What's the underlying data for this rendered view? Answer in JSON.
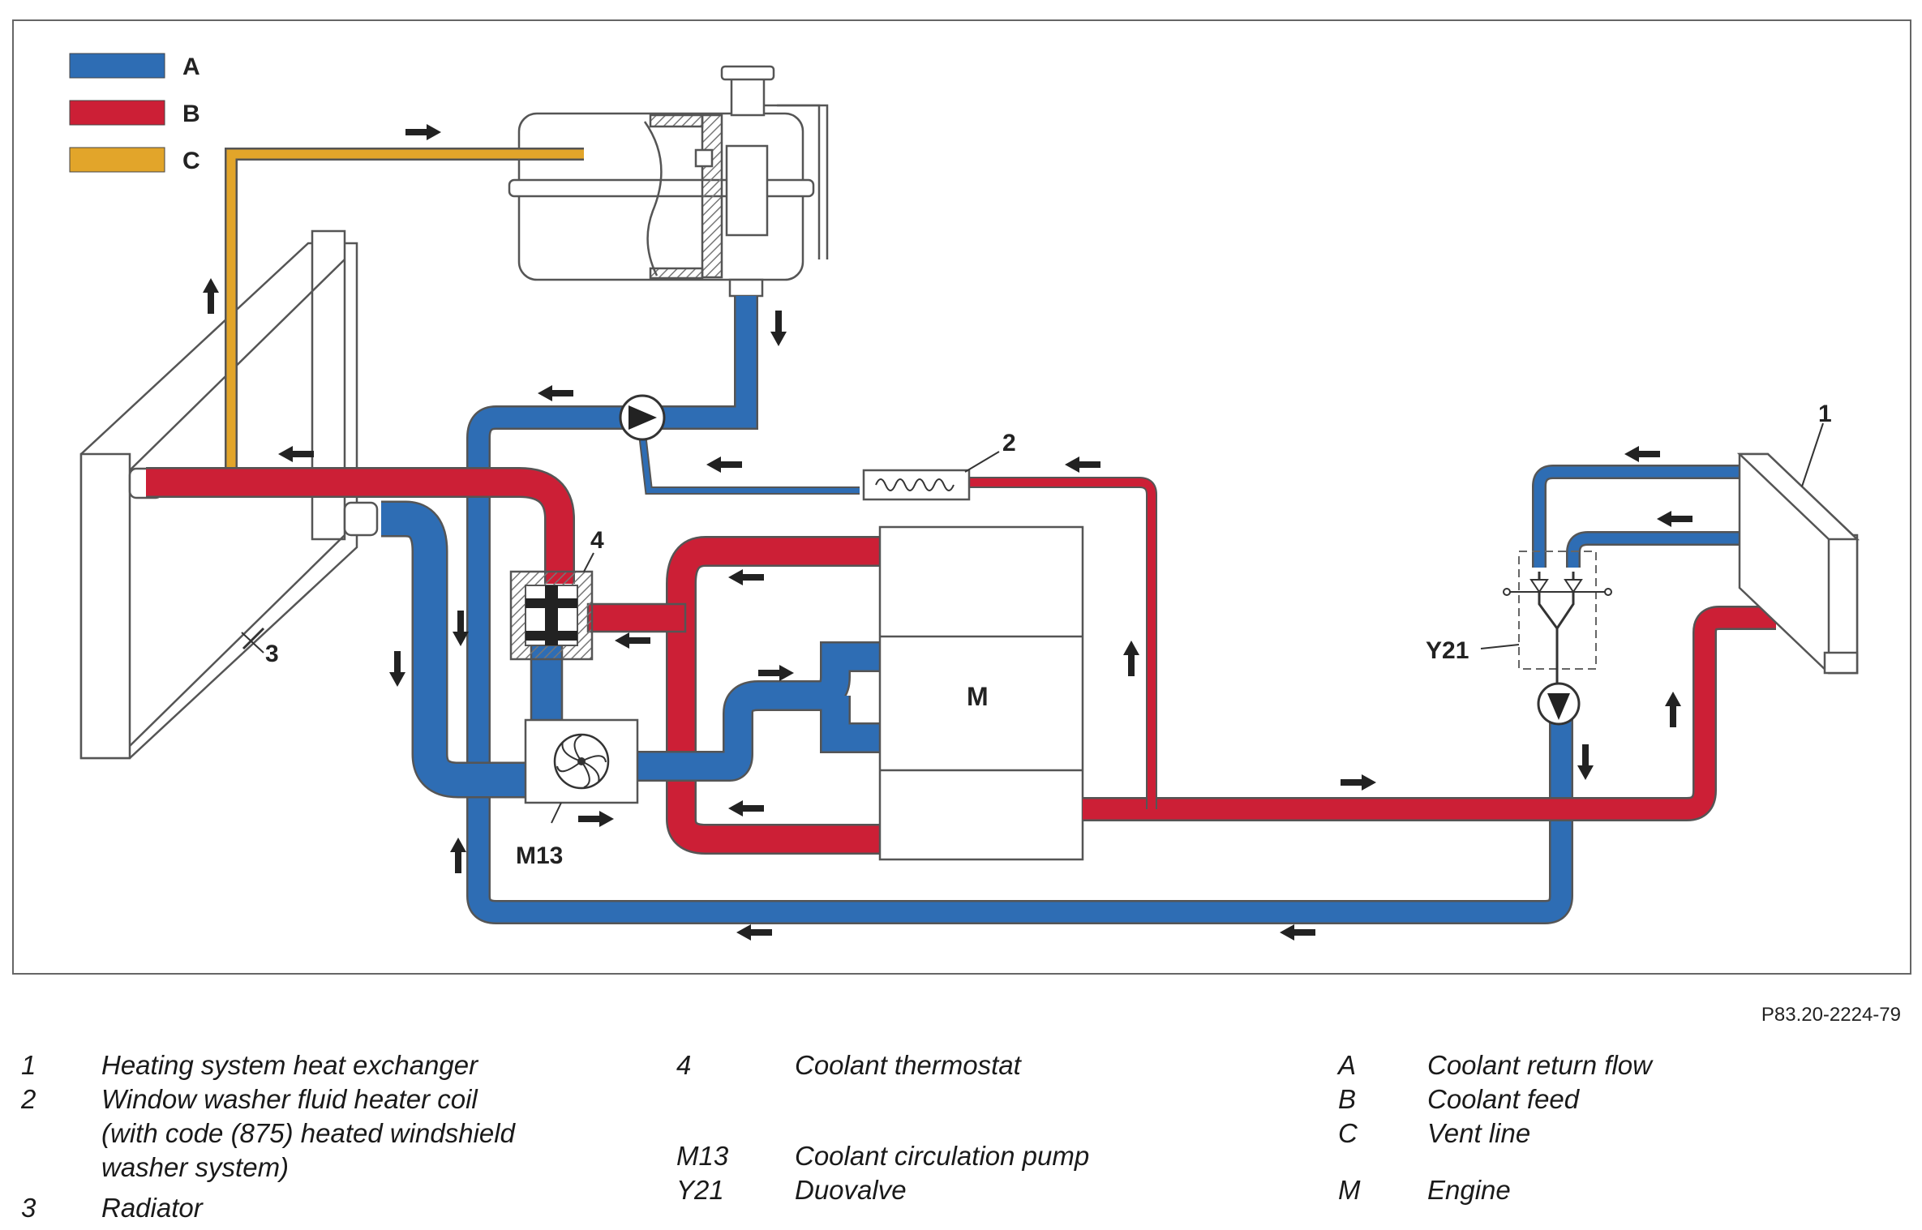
{
  "colors": {
    "return_flow": "#2e6db4",
    "feed": "#cc1f36",
    "vent": "#e2a52a",
    "outline": "#555555"
  },
  "legend_swatches": [
    {
      "key": "A",
      "color_ref": "return_flow"
    },
    {
      "key": "B",
      "color_ref": "feed"
    },
    {
      "key": "C",
      "color_ref": "vent"
    }
  ],
  "labels": {
    "heat_exchanger": "1",
    "heater_coil": "2",
    "radiator": "3",
    "thermostat": "4",
    "engine": "M",
    "pump": "M13",
    "duovalve": "Y21"
  },
  "reference": "P83.20-2224-79",
  "legend": {
    "col1": [
      {
        "key": "1",
        "text": [
          "Heating system heat exchanger"
        ]
      },
      {
        "key": "2",
        "text": [
          "Window washer fluid heater coil",
          "(with code (875) heated windshield",
          "washer system)"
        ]
      },
      {
        "key": "3",
        "text": [
          "Radiator"
        ]
      }
    ],
    "col2": [
      {
        "key": "4",
        "text": [
          "Coolant thermostat"
        ]
      },
      {
        "key": "M13",
        "text": [
          "Coolant circulation pump"
        ]
      },
      {
        "key": "Y21",
        "text": [
          "Duovalve"
        ]
      }
    ],
    "col3": [
      {
        "key": "A",
        "text": [
          "Coolant return flow"
        ]
      },
      {
        "key": "B",
        "text": [
          "Coolant feed"
        ]
      },
      {
        "key": "C",
        "text": [
          "Vent line"
        ]
      },
      {
        "key": "M",
        "text": [
          "Engine"
        ]
      }
    ]
  }
}
